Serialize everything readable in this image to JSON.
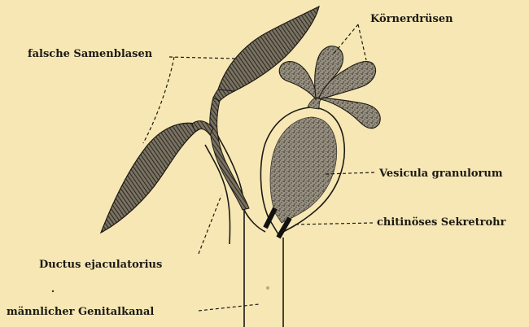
{
  "labels": {
    "false_seminal_vesicles": "falsche Samenblasen",
    "granule_glands": "Körnerdrüsen",
    "vesicula_granulorum": "Vesicula granulorum",
    "chitin_secretion_tube": "chitinöses Sekretrohr",
    "ductus_ejaculatorius": "Ductus ejaculatorius",
    "male_genital_canal": "männlicher Genitalkanal"
  },
  "colors": {
    "background": "#f6e7b4",
    "ink": "#1c1a14",
    "hatch_fill": "#6b6452",
    "stipple_fill": "#8a8373"
  }
}
